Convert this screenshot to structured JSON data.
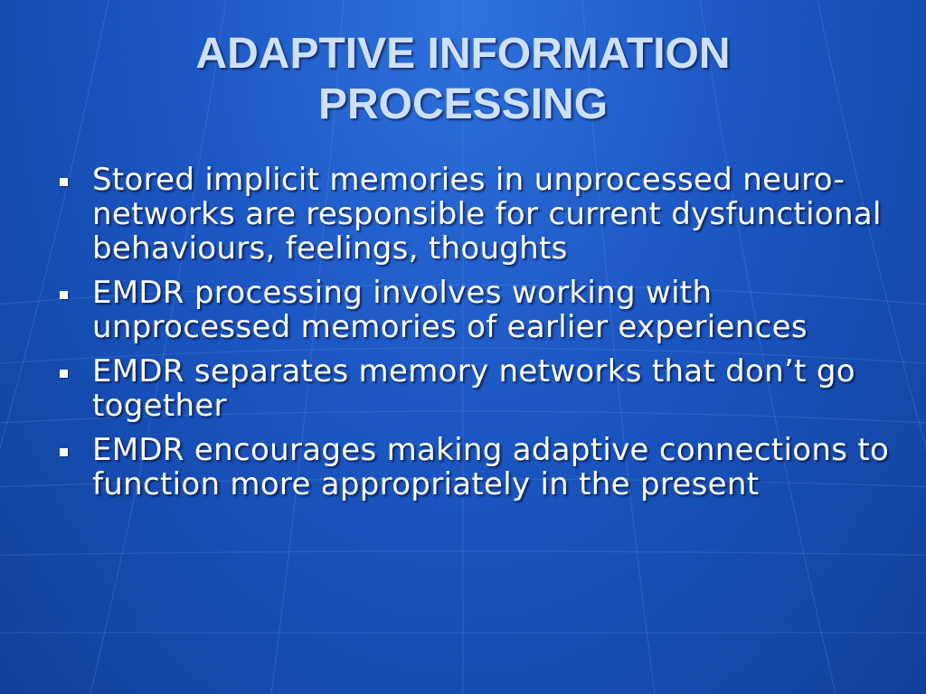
{
  "slide": {
    "title_lines": [
      "ADAPTIVE INFORMATION",
      "PROCESSING"
    ],
    "bullets": [
      "Stored implicit memories in unprocessed neuro-networks are responsible for current dysfunctional behaviours, feelings, thoughts",
      "EMDR processing involves working with unprocessed memories of earlier experiences",
      "EMDR separates memory networks that don’t go together",
      "EMDR encourages making adaptive connections to function more appropriately in the present"
    ]
  },
  "colors": {
    "background": "#1b56c2",
    "title_text": "#cfe0fb",
    "body_text": "#ffffff"
  }
}
